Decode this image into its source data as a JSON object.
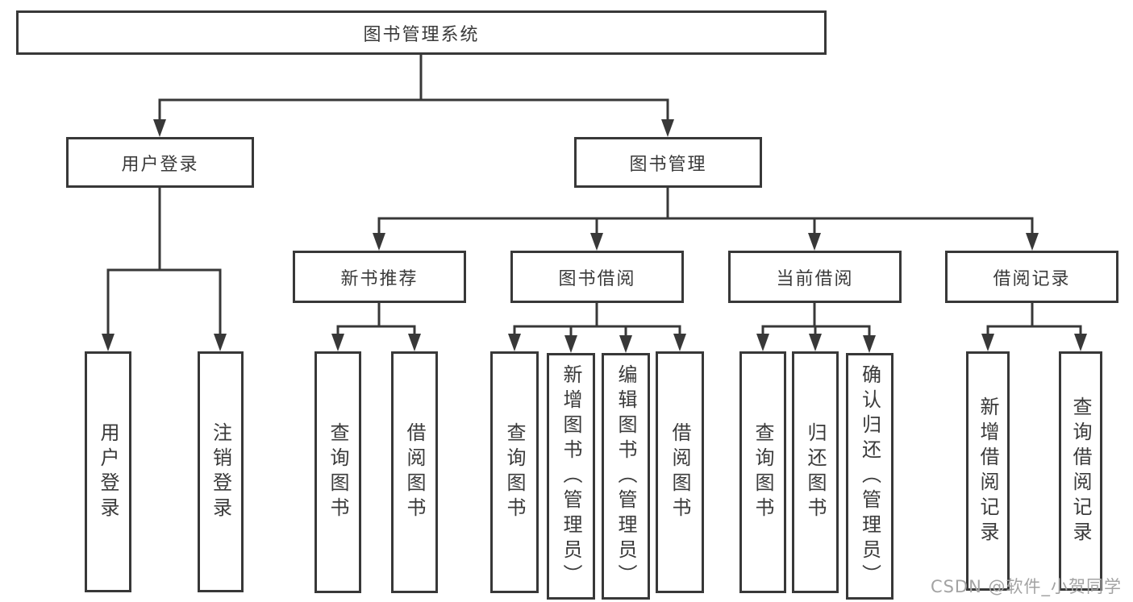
{
  "diagram": {
    "title": "图书管理系统",
    "nodes": {
      "root": "图书管理系统",
      "user_login": "用户登录",
      "book_mgmt": "图书管理",
      "ul_login": "用户登录",
      "ul_logout": "注销登录",
      "new_book_rec": "新书推荐",
      "book_borrow": "图书借阅",
      "current_borrow": "当前借阅",
      "borrow_records": "借阅记录",
      "nbr_query": "查询图书",
      "nbr_borrow": "借阅图书",
      "bb_query": "查询图书",
      "bb_add": "新增图书（管理员）",
      "bb_edit": "编辑图书（管理员）",
      "bb_borrow": "借阅图书",
      "cb_query": "查询图书",
      "cb_return": "归还图书",
      "cb_confirm": "确认归还（管理员）",
      "br_add": "新增借阅记录",
      "br_query": "查询借阅记录"
    },
    "structure": {
      "图书管理系统": {
        "用户登录": [
          "用户登录",
          "注销登录"
        ],
        "图书管理": {
          "新书推荐": [
            "查询图书",
            "借阅图书"
          ],
          "图书借阅": [
            "查询图书",
            "新增图书（管理员）",
            "编辑图书（管理员）",
            "借阅图书"
          ],
          "当前借阅": [
            "查询图书",
            "归还图书",
            "确认归还（管理员）"
          ],
          "借阅记录": [
            "新增借阅记录",
            "查询借阅记录"
          ]
        }
      }
    },
    "colors": {
      "line": "#383838",
      "text": "#3a3a3a",
      "background": "#ffffff",
      "watermark": "#a3a3a3"
    },
    "watermark": "CSDN @软件_小贺同学"
  }
}
